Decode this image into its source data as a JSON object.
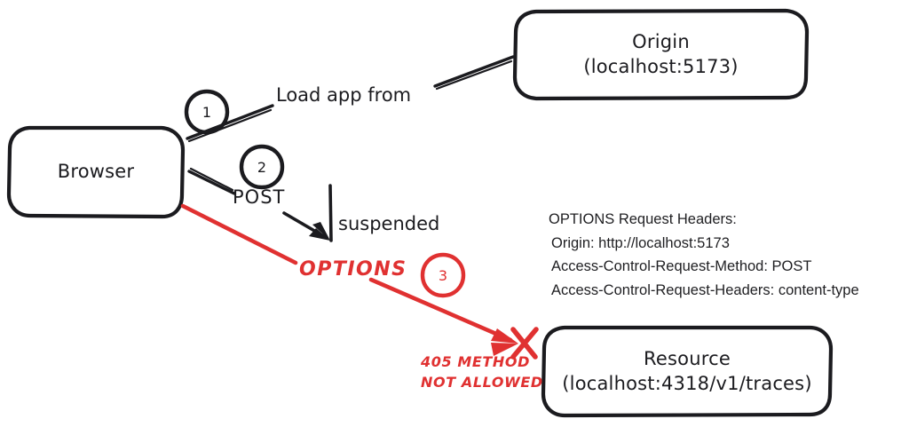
{
  "diagram": {
    "title": "CORS preflight failure flow",
    "colors": {
      "ink": "#1b1b1f",
      "error": "#e03131",
      "background": "#ffffff"
    },
    "nodes": [
      {
        "id": "browser",
        "line1": "Browser",
        "line2": ""
      },
      {
        "id": "origin",
        "line1": "Origin",
        "line2": "(localhost:5173)"
      },
      {
        "id": "resource",
        "line1": "Resource",
        "line2": "(localhost:4318/v1/traces)"
      }
    ],
    "steps": [
      {
        "number": "1",
        "label": "Load app from"
      },
      {
        "number": "2",
        "label": "POST"
      },
      {
        "number": "3",
        "label": "OPTIONS"
      }
    ],
    "annotations": {
      "suspended": "suspended",
      "error_line1": "405 METHOD",
      "error_line2": "NOT ALLOWED",
      "failure_marker": "X"
    },
    "headers_panel": {
      "title": "OPTIONS Request Headers:",
      "lines": [
        "Origin: http://localhost:5173",
        "Access-Control-Request-Method: POST",
        "Access-Control-Request-Headers: content-type"
      ]
    }
  }
}
